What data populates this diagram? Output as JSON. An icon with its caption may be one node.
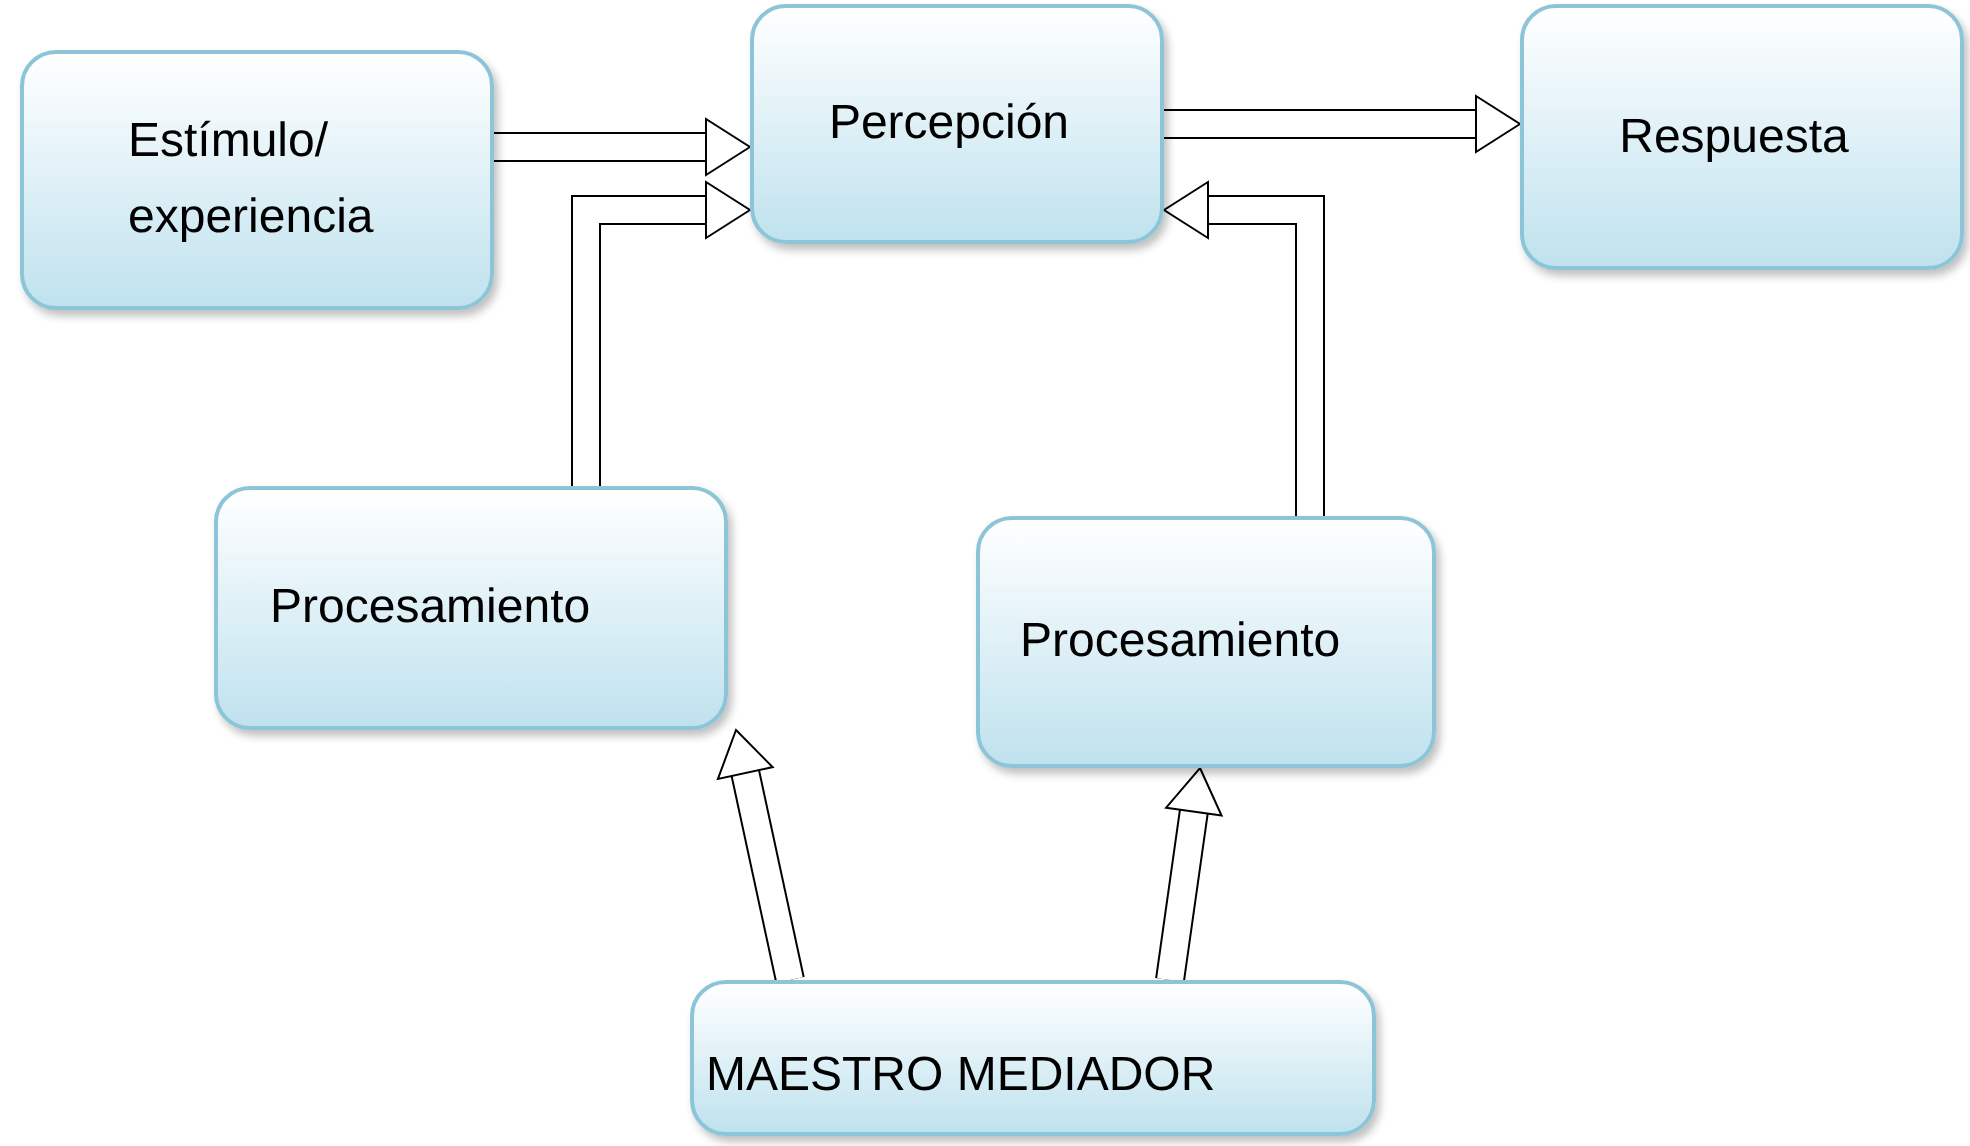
{
  "diagram": {
    "nodes": [
      {
        "text": [
          "Estímulo/ experiencia"
        ]
      },
      {
        "text": [
          "Percepción"
        ]
      },
      {
        "text": [
          "Respuesta"
        ]
      },
      {
        "text": [
          "Procesamiento"
        ]
      },
      {
        "text": [
          "Procesamiento"
        ]
      },
      {
        "text": [
          "MAESTRO MEDIADOR"
        ]
      }
    ],
    "edges": [
      {
        "from": 0,
        "to": 1,
        "arrow": "to"
      },
      {
        "from": 1,
        "to": 2,
        "arrow": "to"
      },
      {
        "from": 3,
        "to": 1,
        "arrow": "to"
      },
      {
        "from": 4,
        "to": 1,
        "arrow": "to"
      },
      {
        "from": 5,
        "to": 3,
        "arrow": "to"
      },
      {
        "from": 5,
        "to": 4,
        "arrow": "to"
      }
    ]
  }
}
